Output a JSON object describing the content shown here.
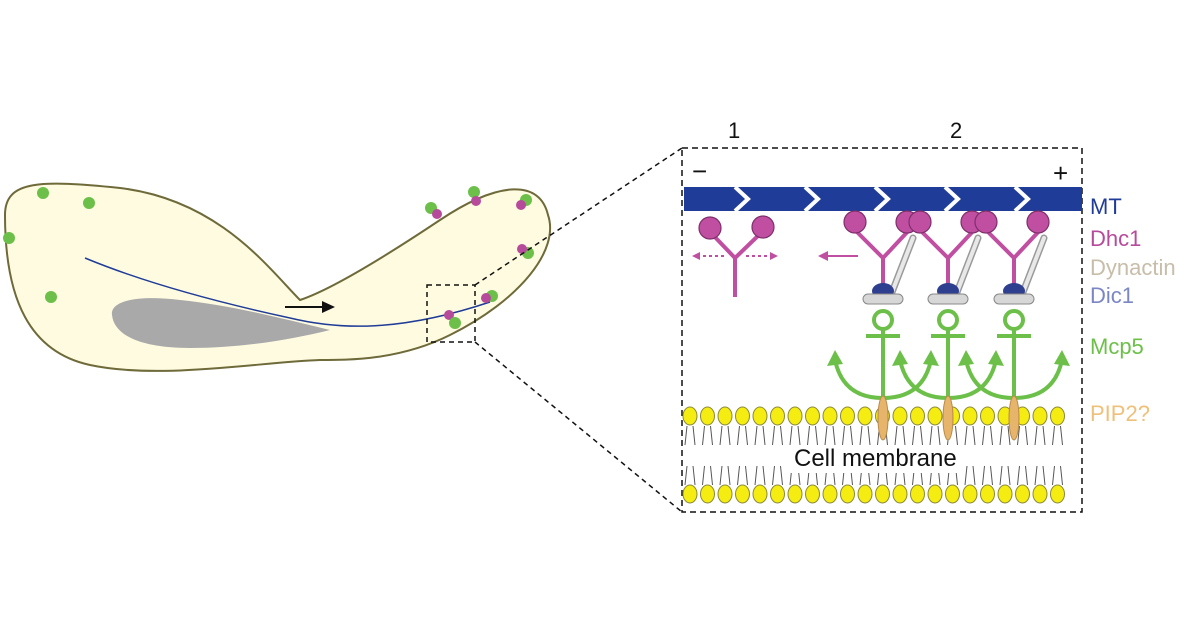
{
  "zoom_panel": {
    "region_labels": [
      "1",
      "2"
    ],
    "minus_end": "−",
    "plus_end": "+",
    "membrane_label": "Cell membrane"
  },
  "legend": [
    {
      "key": "mt",
      "text": "MT",
      "color": "#1f3c99"
    },
    {
      "key": "dhc1",
      "text": "Dhc1",
      "color": "#b64a9b"
    },
    {
      "key": "dynactin",
      "text": "Dynactin",
      "color": "#c7bda9"
    },
    {
      "key": "dic1",
      "text": "Dic1",
      "color": "#7b86c4"
    },
    {
      "key": "mcp5",
      "text": "Mcp5",
      "color": "#6cc04a"
    },
    {
      "key": "pip2",
      "text": "PIP2?",
      "color": "#efc07a"
    }
  ],
  "colors": {
    "cell_fill": "#fffbe0",
    "cell_outline": "#6e6a3a",
    "nucleus": "#a9a9a9",
    "microtubule": "#1f3c99",
    "dynein": "#c04fa2",
    "anchor": "#6cc04a",
    "lipid_head": "#f5ec12",
    "lipid_outline": "#8a8a3a"
  }
}
